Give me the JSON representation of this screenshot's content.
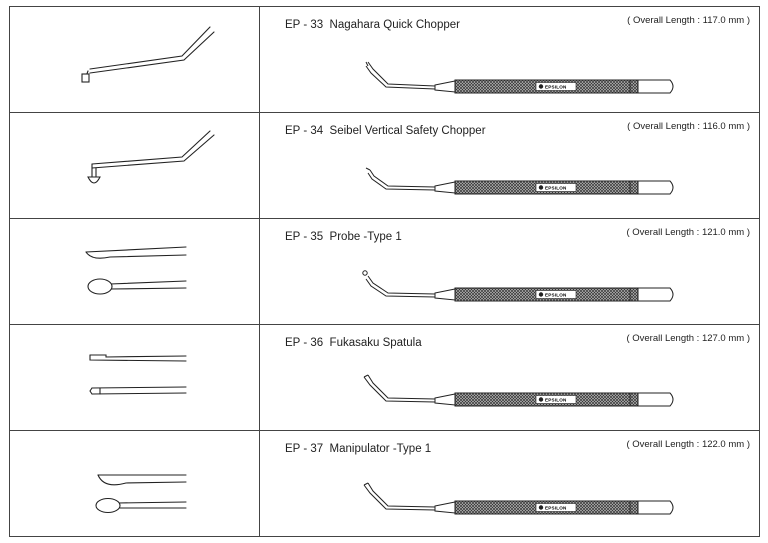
{
  "brand": "EPSILON",
  "products": [
    {
      "code": "EP - 33",
      "name": "Nagahara Quick Chopper",
      "length": "( Overall Length : 117.0 mm )",
      "tip": "chopper-tip-icon"
    },
    {
      "code": "EP - 34",
      "name": "Seibel Vertical Safety Chopper",
      "length": "( Overall Length : 116.0 mm )",
      "tip": "hook-chopper-tip-icon"
    },
    {
      "code": "EP - 35",
      "name": "Probe -Type 1",
      "length": "( Overall Length : 121.0 mm )",
      "tip": "probe-tip-icon"
    },
    {
      "code": "EP - 36",
      "name": "Fukasaku Spatula",
      "length": "( Overall Length : 127.0 mm )",
      "tip": "spatula-tip-icon"
    },
    {
      "code": "EP - 37",
      "name": "Manipulator -Type 1",
      "length": "( Overall Length : 122.0 mm )",
      "tip": "manipulator-tip-icon"
    }
  ]
}
